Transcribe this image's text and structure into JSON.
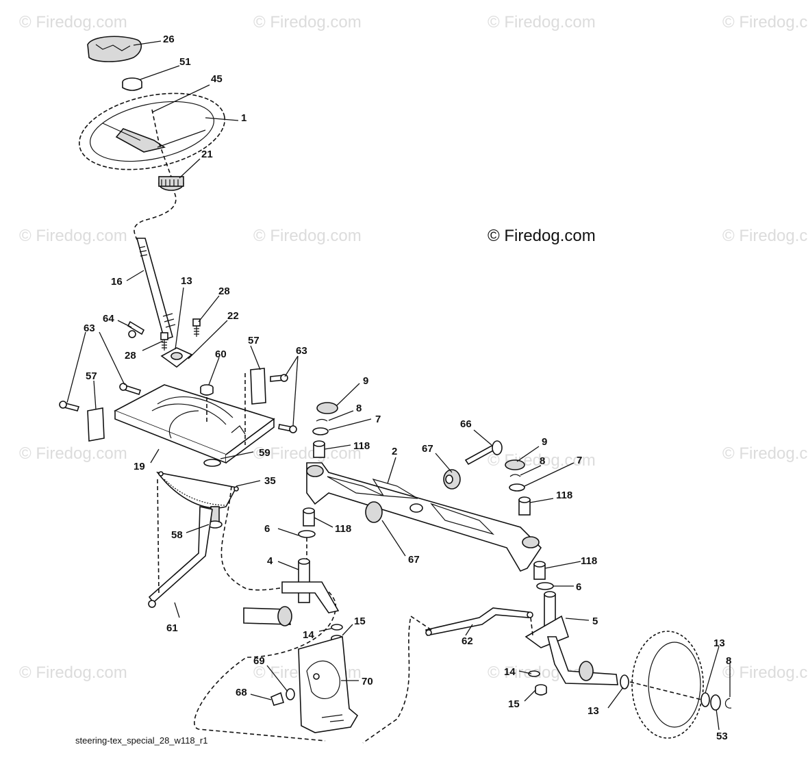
{
  "watermark_text": "© Firedog.com",
  "copyright_text": "© Firedog.com",
  "diagram_filename": "steering-tex_special_28_w118_r1",
  "callouts": {
    "c26": "26",
    "c51": "51",
    "c45": "45",
    "c1": "1",
    "c21": "21",
    "c16": "16",
    "c13a": "13",
    "c28a": "28",
    "c22": "22",
    "c64": "64",
    "c63a": "63",
    "c28b": "28",
    "c57a": "57",
    "c63b": "63",
    "c60": "60",
    "c57b": "57",
    "c19": "19",
    "c59": "59",
    "c35": "35",
    "c58": "58",
    "c61": "61",
    "c9a": "9",
    "c8a": "8",
    "c7a": "7",
    "c118a": "118",
    "c2": "2",
    "c67a": "67",
    "c66": "66",
    "c9b": "9",
    "c8b": "8",
    "c7b": "7",
    "c118b": "118",
    "c6a": "6",
    "c118c": "118",
    "c67b": "67",
    "c4": "4",
    "c118d": "118",
    "c6b": "6",
    "c5": "5",
    "c14a": "14",
    "c15a": "15",
    "c62": "62",
    "c69": "69",
    "c70": "70",
    "c68": "68",
    "c14b": "14",
    "c15b": "15",
    "c13b": "13",
    "c13c": "13",
    "c8c": "8",
    "c53": "53"
  }
}
